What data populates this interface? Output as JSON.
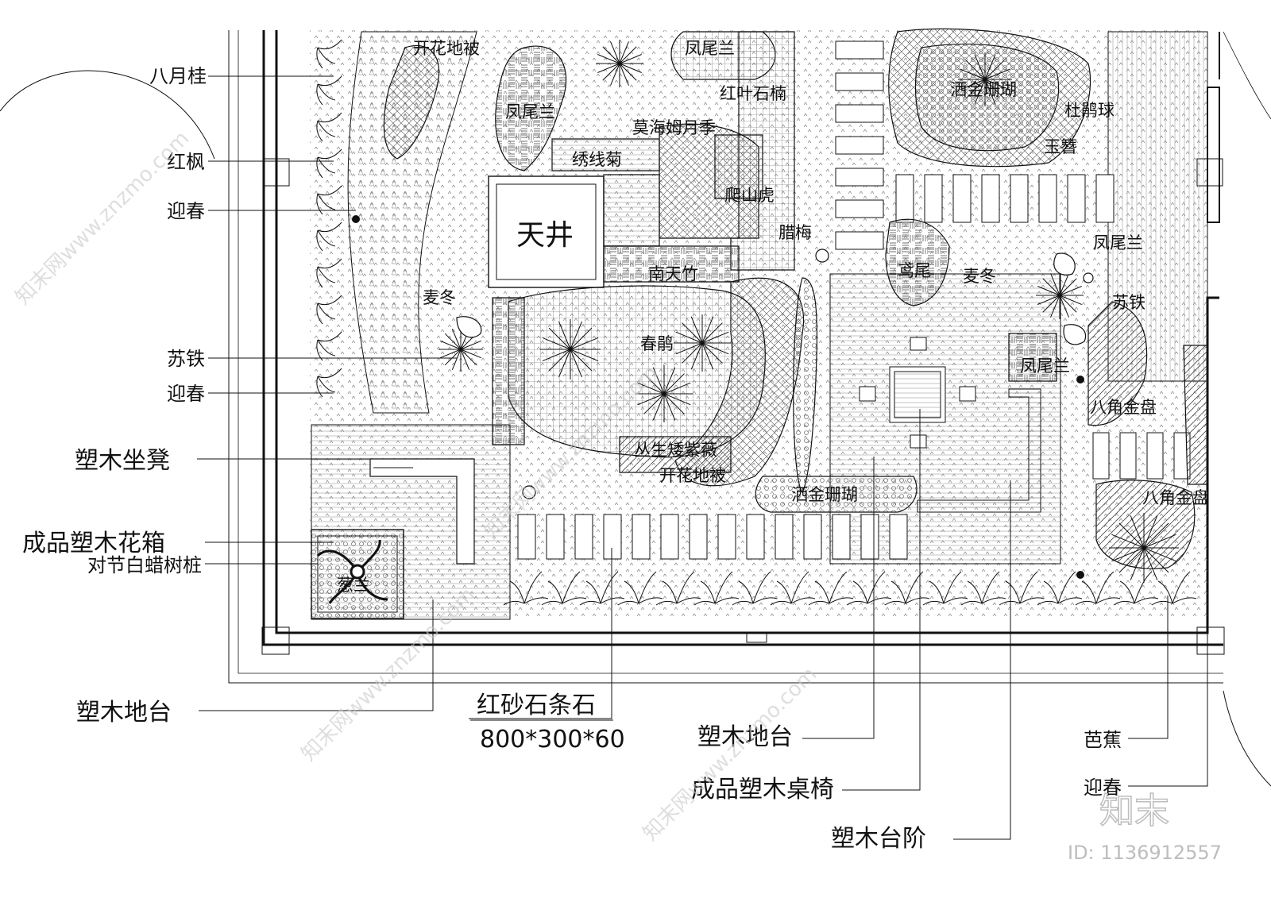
{
  "left_labels": {
    "bayuegui": "八月桂",
    "hongfeng": "红枫",
    "yingchun1": "迎春",
    "sutie": "苏铁",
    "yingchun2": "迎春",
    "sumu_zuodeng": "塑木坐凳",
    "chengpin_huaxiang": "成品塑木花箱",
    "duijie_shuzhuang": "对节白蜡树桩",
    "sumu_ditai_left": "塑木地台"
  },
  "bottom_labels": {
    "hongshashi": "红砂石条石",
    "hongshashi_size": "800*300*60",
    "sumu_ditai": "塑木地台",
    "chengpin_zhuoyi": "成品塑木桌椅",
    "sumu_taijie": "塑木台阶",
    "bajiao": "芭蕉",
    "yingchun": "迎春"
  },
  "inner_labels": {
    "kaihua_dibei_top": "开花地被",
    "fengweilan_top": "凤尾兰",
    "hongye_shinan": "红叶石楠",
    "fengweilan_left": "凤尾兰",
    "mohaimu_yueji": "莫海姆月季",
    "xiuxianju": "绣线菊",
    "pashanhu": "爬山虎",
    "tianjing": "天井",
    "lamei": "腊梅",
    "nantianzhu": "南天竹",
    "maidong_left": "麦冬",
    "chunjuan": "春鹃",
    "congsheng_ziwei": "丛生矮紫薇",
    "kaihua_dibei_mid": "开花地被",
    "sajin_shanhu_bottom": "洒金珊瑚",
    "sajin_shanhu_top": "洒金珊瑚",
    "dujuanqiu": "杜鹃球",
    "yuzan": "玉簪",
    "yuanwei": "鸢尾",
    "maidong_right": "麦冬",
    "fengweilan_right": "凤尾兰",
    "sutie_right": "苏铁",
    "fengweilan_mid": "凤尾兰",
    "bajiao_jinpan1": "八角金盘",
    "bajiao_jinpan2": "八角金盘",
    "conglan": "葱兰"
  },
  "watermark": {
    "text": "知末网www.znzmo.com",
    "logo": "知末",
    "id": "ID: 1136912557"
  },
  "colors": {
    "line": "#111111",
    "watermark": "#c9c9c9"
  }
}
